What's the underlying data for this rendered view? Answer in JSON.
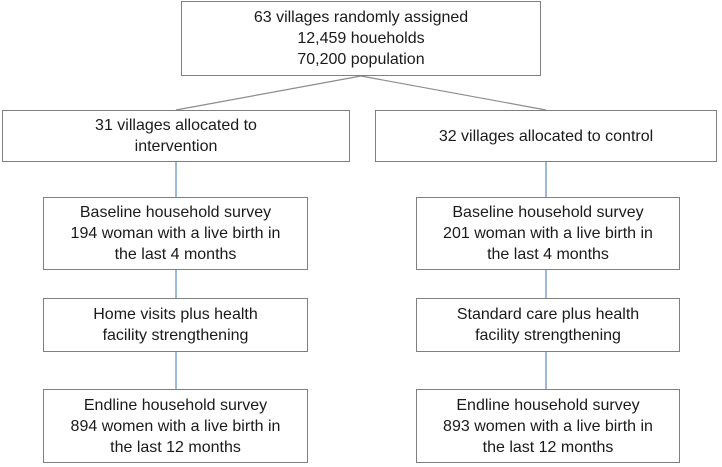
{
  "top": {
    "lines": [
      "63 villages randomly assigned",
      "12,459 houeholds",
      "70,200 population"
    ]
  },
  "intervention": {
    "allocation": [
      "31 villages allocated to",
      "intervention"
    ],
    "baseline": [
      "Baseline household survey",
      "194 woman with a live birth in",
      "the last 4 months"
    ],
    "treatment": [
      "Home visits plus health",
      "facility strengthening"
    ],
    "endline": [
      "Endline household survey",
      "894 women with a live birth in",
      "the last 12 months"
    ]
  },
  "control": {
    "allocation": [
      "32 villages allocated to control"
    ],
    "baseline": [
      "Baseline household survey",
      "201 woman with a live birth in",
      "the last 4 months"
    ],
    "treatment": [
      "Standard care plus health",
      "facility strengthening"
    ],
    "endline": [
      "Endline household survey",
      "893 women with a live birth in",
      "the last 12 months"
    ]
  },
  "colors": {
    "border": "#7f7f7f",
    "split_line": "#8c8c8c",
    "arm_line": "#5b8bc4"
  }
}
